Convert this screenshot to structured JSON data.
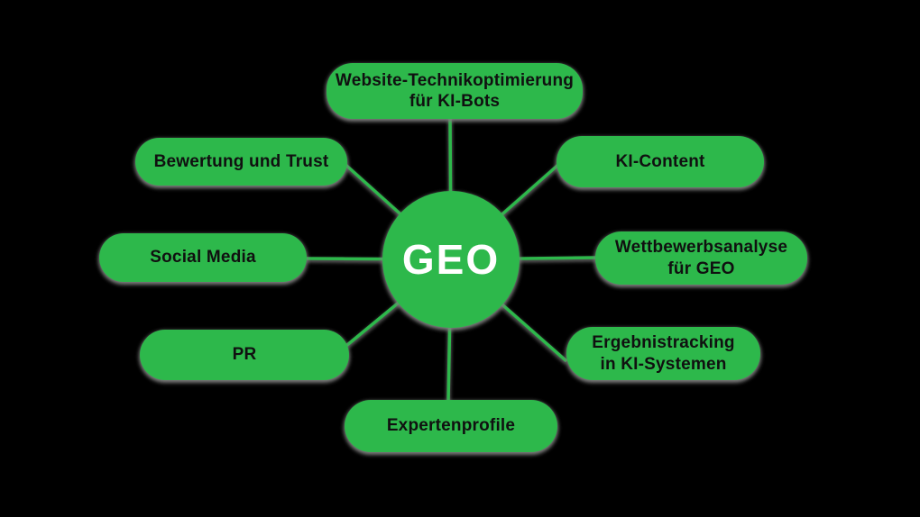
{
  "diagram": {
    "center": {
      "label": "GEO"
    },
    "nodes": [
      {
        "id": "website-technikoptimierung",
        "lines": [
          "Website-Technikoptimierung",
          "für KI-Bots"
        ]
      },
      {
        "id": "bewertung-und-trust",
        "lines": [
          "Bewertung und Trust"
        ]
      },
      {
        "id": "ki-content",
        "lines": [
          "KI-Content"
        ]
      },
      {
        "id": "social-media",
        "lines": [
          "Social Media"
        ]
      },
      {
        "id": "wettbewerbsanalyse-fuer-geo",
        "lines": [
          "Wettbewerbsanalyse",
          "für GEO"
        ]
      },
      {
        "id": "pr",
        "lines": [
          "PR"
        ]
      },
      {
        "id": "ergebnistracking",
        "lines": [
          "Ergebnistracking",
          "in KI-Systemen"
        ]
      },
      {
        "id": "expertenprofile",
        "lines": [
          "Expertenprofile"
        ]
      }
    ],
    "colors": {
      "node_fill": "#2DB84B",
      "node_text": "#101010",
      "center_text": "#FFFFFF",
      "line": "#2DB84B",
      "background": "#000000",
      "shadow": "#7E7E7E"
    }
  }
}
